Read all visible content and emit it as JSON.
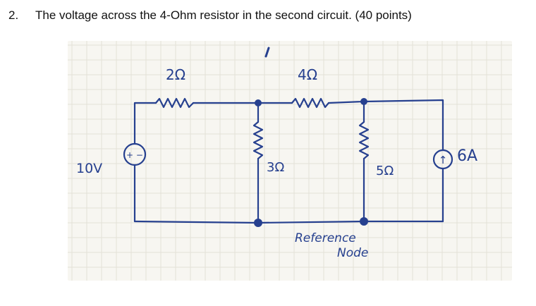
{
  "question": {
    "number": "2.",
    "text": "The voltage across the 4-Ohm resistor in the second circuit. (40 points)"
  },
  "circuit": {
    "ink_color": "#26408f",
    "grid_color": "#e3e1d8",
    "paper_color": "#f7f6f1",
    "components": {
      "voltage_source": {
        "value": "10V",
        "symbol": "+ −"
      },
      "r1": {
        "value": "2Ω"
      },
      "r2": {
        "value": "4Ω"
      },
      "r3": {
        "value": "3Ω"
      },
      "r4": {
        "value": "5Ω"
      },
      "current_source": {
        "value": "6A",
        "symbol": "↑"
      }
    },
    "reference_label_line1": "Reference",
    "reference_label_line2": "Node"
  }
}
